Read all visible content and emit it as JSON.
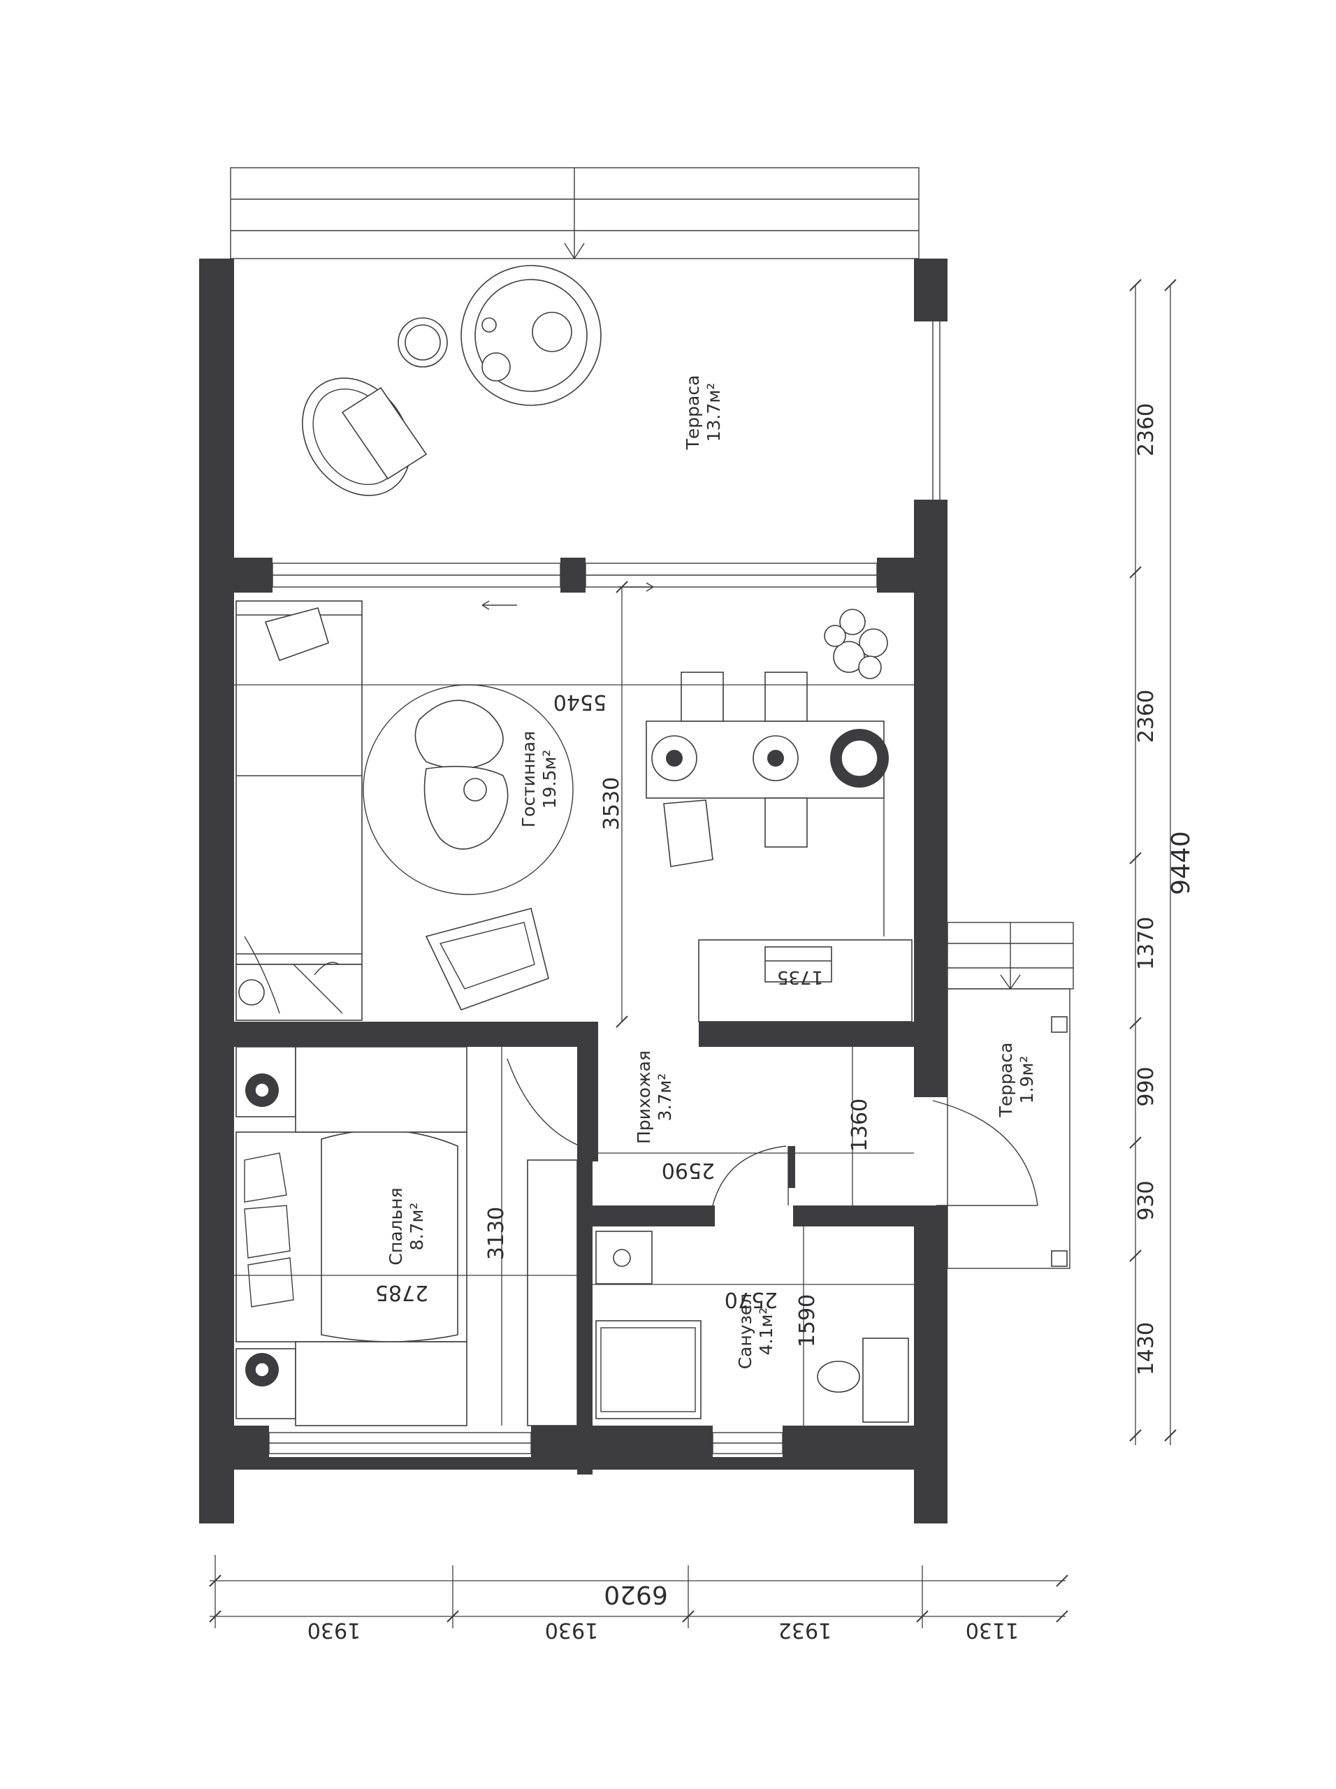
{
  "rooms": {
    "terrace_main": {
      "name": "Терраса",
      "area": "13.7м²"
    },
    "living": {
      "name": "Гостинная",
      "area": "19.5м²"
    },
    "hall": {
      "name": "Прихожая",
      "area": "3.7м²"
    },
    "bedroom": {
      "name": "Спальня",
      "area": "8.7м²"
    },
    "bathroom": {
      "name": "Санузел",
      "area": "4.1м²"
    },
    "terrace_small": {
      "name": "Терраса",
      "area": "1.9м²"
    }
  },
  "dimensions": {
    "right_segments": [
      "2360",
      "2360",
      "1370",
      "990",
      "930",
      "1430"
    ],
    "right_total": "9440",
    "bottom_total": "6920",
    "bottom_segments": [
      "1930",
      "1930",
      "1932",
      "1130"
    ],
    "living_width": "5540",
    "living_depth": "3530",
    "kitchen": "1735",
    "hall_width": "2590",
    "hall_depth": "1360",
    "bedroom_depth": "3130",
    "bedroom_width": "2785",
    "bath_width": "2570",
    "bath_depth": "1590"
  },
  "colors": {
    "wall": "#3d3d3f",
    "line": "#3d3d3f",
    "background": "#ffffff"
  }
}
